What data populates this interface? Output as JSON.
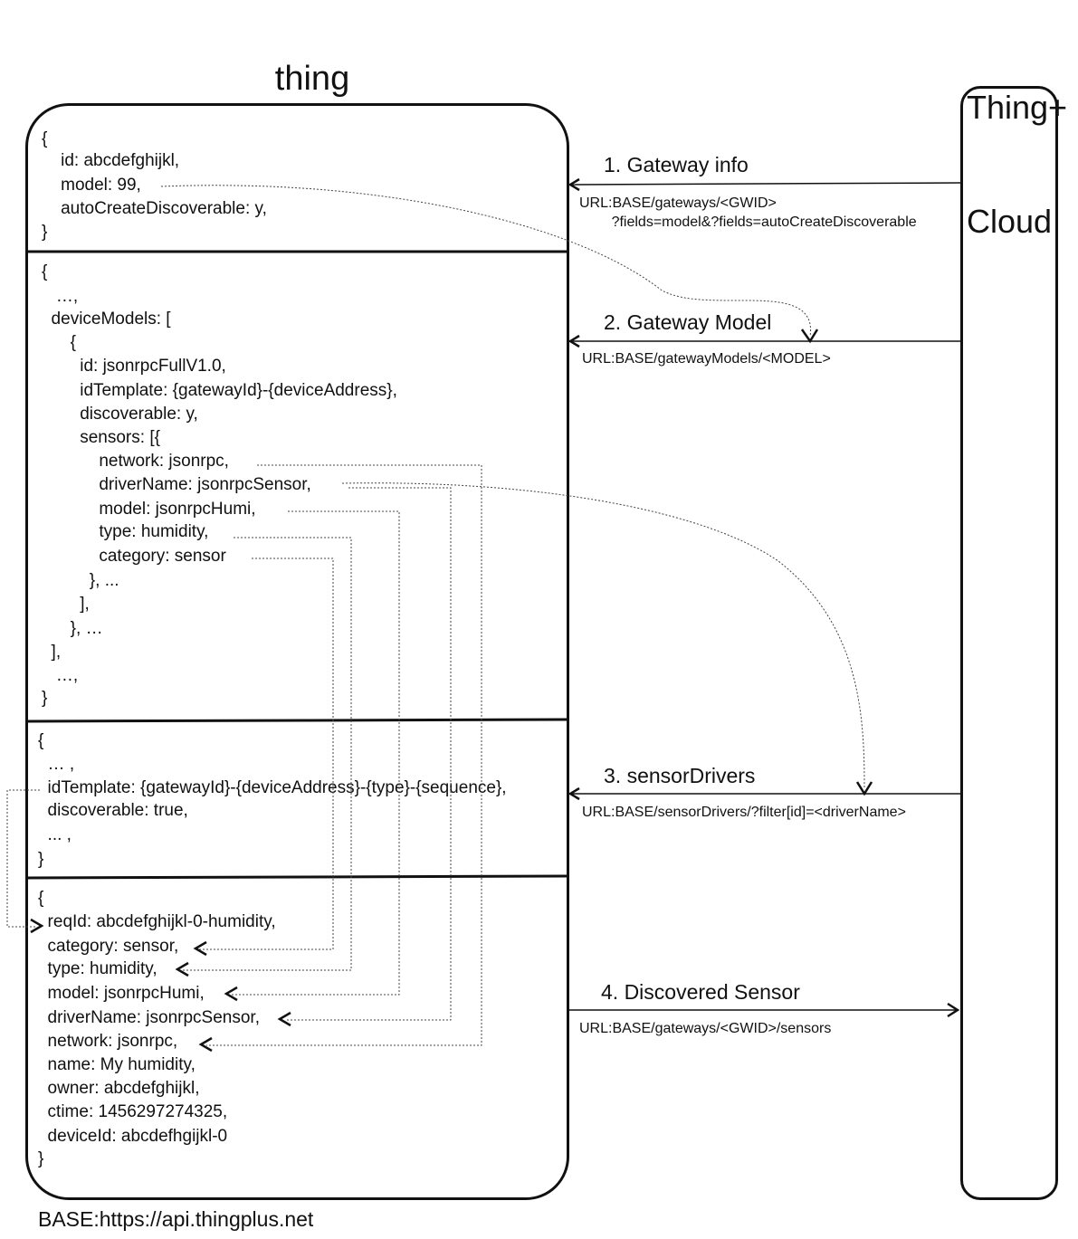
{
  "titles": {
    "thing": "thing",
    "cloud_line1": "Thing+",
    "cloud_line2": "Cloud"
  },
  "block1": {
    "lines": [
      "{",
      "    id: abcdefghijkl,",
      "    model: 99,",
      "    autoCreateDiscoverable: y,",
      "}"
    ]
  },
  "block2": {
    "lines": [
      "{",
      "   …,",
      "  deviceModels: [",
      "      {",
      "        id: jsonrpcFullV1.0,",
      "        idTemplate: {gatewayId}-{deviceAddress},",
      "        discoverable: y,",
      "        sensors: [{",
      "            network: jsonrpc,",
      "            driverName: jsonrpcSensor,",
      "            model: jsonrpcHumi,",
      "            type: humidity,",
      "            category: sensor",
      "          }, ...",
      "        ],",
      "      }, …",
      "  ],",
      "   …,",
      "}"
    ]
  },
  "block3": {
    "lines": [
      "{",
      "  … ,",
      "  idTemplate: {gatewayId}-{deviceAddress}-{type}-{sequence},",
      "  discoverable: true,",
      "  ... ,",
      "}"
    ]
  },
  "block4": {
    "lines": [
      "{",
      "  reqId: abcdefghijkl-0-humidity,",
      "  category: sensor,",
      "  type: humidity,",
      "  model: jsonrpcHumi,",
      "  driverName: jsonrpcSensor,",
      "  network: jsonrpc,",
      "  name: My humidity,",
      "  owner: abcdefghijkl,",
      "  ctime: 1456297274325,",
      "  deviceId: abcdefhgijkl-0",
      "}"
    ]
  },
  "steps": [
    {
      "label": "1. Gateway info",
      "url_lines": [
        "URL:BASE/gateways/<GWID>",
        "        ?fields=model&?fields=autoCreateDiscoverable"
      ]
    },
    {
      "label": "2. Gateway Model",
      "url_lines": [
        "URL:BASE/gatewayModels/<MODEL>"
      ]
    },
    {
      "label": "3. sensorDrivers",
      "url_lines": [
        "URL:BASE/sensorDrivers/?filter[id]=<driverName>"
      ]
    },
    {
      "label": "4. Discovered Sensor",
      "url_lines": [
        "URL:BASE/gateways/<GWID>/sensors"
      ]
    }
  ],
  "base_note": "BASE:https://api.thingplus.net"
}
